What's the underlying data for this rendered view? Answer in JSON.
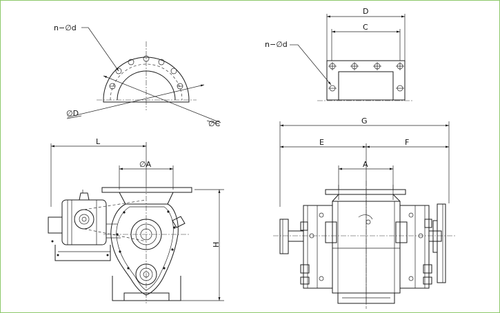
{
  "labels": {
    "top_left_n_d": "n−∅d",
    "top_left_D": "∅D",
    "top_left_C": "∅C",
    "top_right_D": "D",
    "top_right_C": "C",
    "top_right_n_d": "n−∅d",
    "bottom_left_L": "L",
    "bottom_left_A": "∅A",
    "bottom_left_H": "H",
    "bottom_right_G": "G",
    "bottom_right_E": "E",
    "bottom_right_F": "F",
    "bottom_right_A": "A"
  },
  "colors": {
    "frame_border": "#8cc86a",
    "line": "#1a1a1a",
    "background": "#ffffff"
  }
}
